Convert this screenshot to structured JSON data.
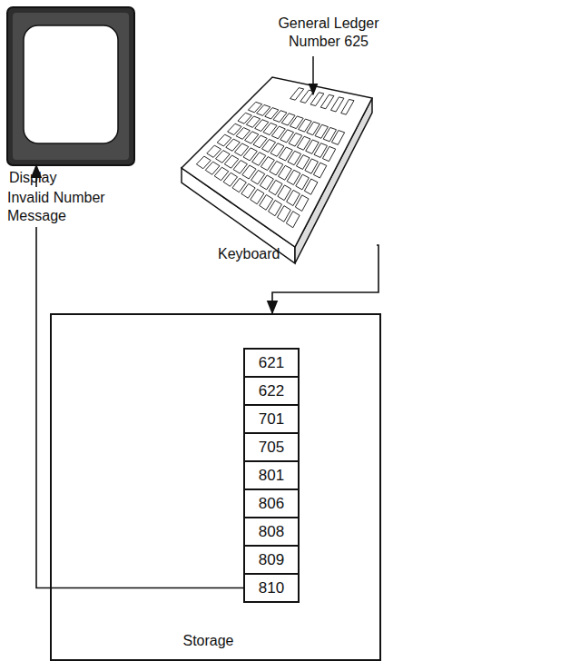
{
  "diagram": {
    "nodes": [
      {
        "text": [
          "Display"
        ]
      },
      {
        "text": [
          "Keyboard"
        ]
      },
      {
        "text": [
          "Storage"
        ]
      },
      {
        "text": [
          "621"
        ],
        "in": 2
      },
      {
        "text": [
          "622"
        ],
        "in": 2
      },
      {
        "text": [
          "701"
        ],
        "in": 2
      },
      {
        "text": [
          "705"
        ],
        "in": 2
      },
      {
        "text": [
          "801"
        ],
        "in": 2
      },
      {
        "text": [
          "806"
        ],
        "in": 2
      },
      {
        "text": [
          "808"
        ],
        "in": 2
      },
      {
        "text": [
          "809"
        ],
        "in": 2
      },
      {
        "text": [
          "810"
        ],
        "in": 2
      }
    ],
    "edges": [
      {
        "from": 1,
        "to": 2,
        "arrow": "to"
      },
      {
        "from": 11,
        "to": 0,
        "label": "Invalid Number Message",
        "arrow": "to"
      }
    ],
    "labels": [
      "General Ledger Number 625"
    ]
  }
}
